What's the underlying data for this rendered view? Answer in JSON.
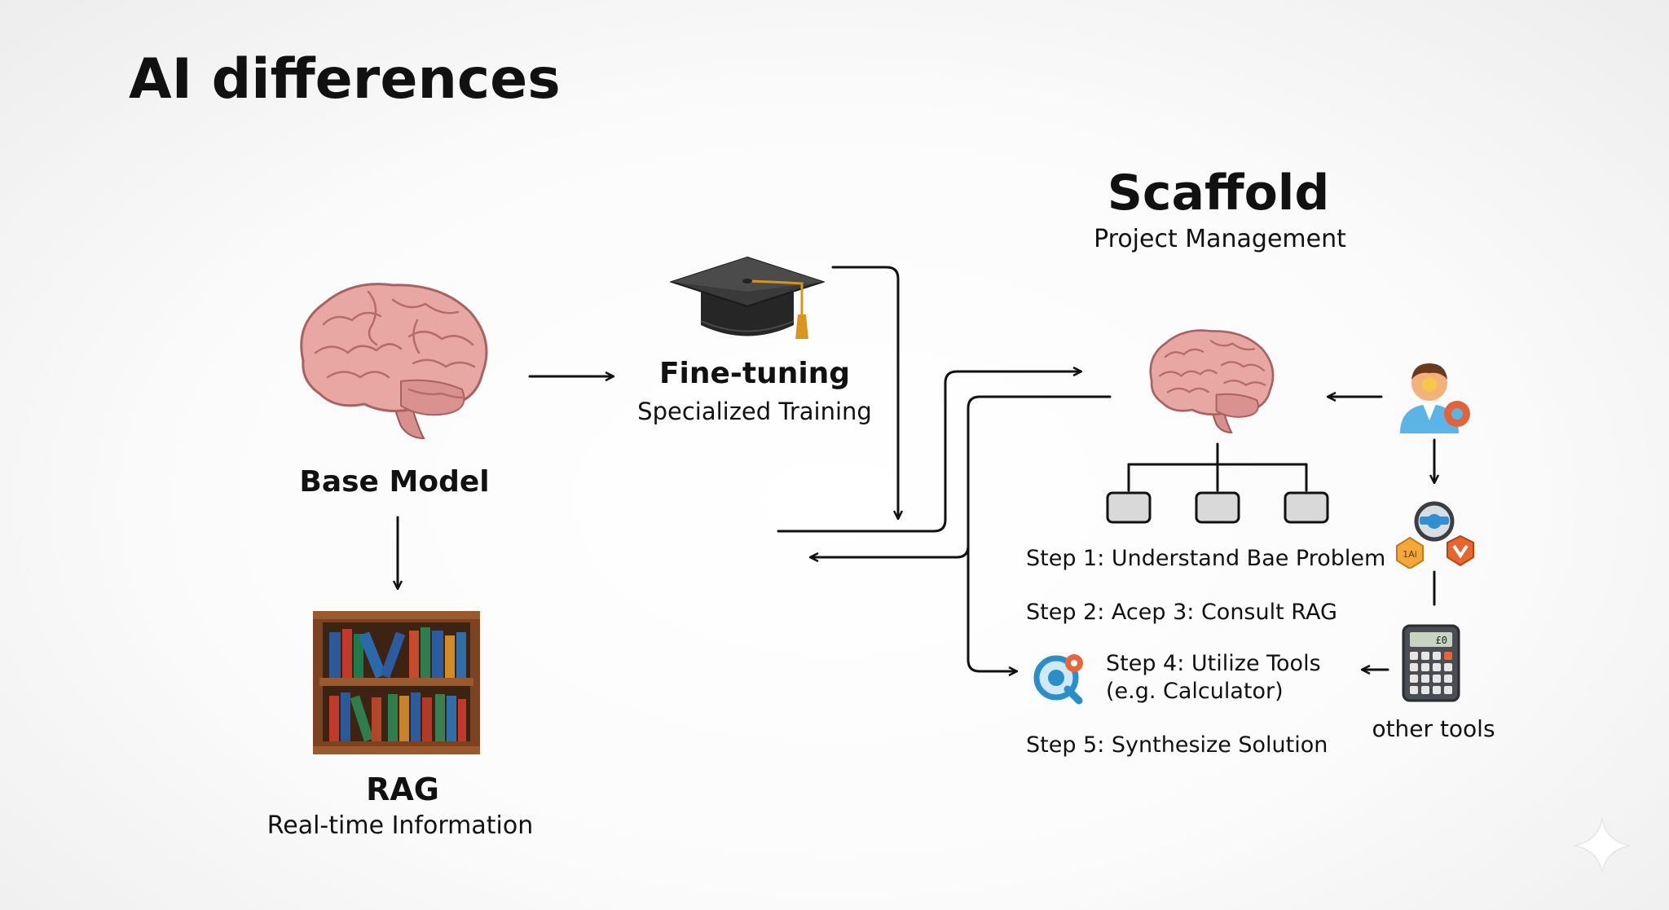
{
  "title": "AI differences",
  "base_model": {
    "label": "Base Model"
  },
  "fine_tuning": {
    "label": "Fine-tuning",
    "sublabel": "Specialized Training"
  },
  "rag": {
    "label": "RAG",
    "sublabel": "Real-time Information"
  },
  "scaffold": {
    "label": "Scaffold",
    "sublabel": "Project Management",
    "steps": [
      "Step 1: Understand Bae Problem",
      "Step 2: Acep 3: Consult RAG",
      "Step 4: Utilize Tools",
      "(e.g. Calculator)",
      "Step 5: Synthesize Solution"
    ]
  },
  "tools": {
    "label": "other tools",
    "calculator_display": "£0"
  },
  "icons": [
    "brain-icon",
    "graduation-cap-icon",
    "bookshelf-icon",
    "user-icon",
    "gears-icon",
    "calculator-icon",
    "magnifier-tool-icon",
    "sparkle-icon"
  ],
  "colors": {
    "brain": "#e7a3a0",
    "brain_dark": "#b86b6a",
    "shelf_wood": "#8a4a24",
    "cap": "#2c2c2c",
    "tassel": "#d9951d"
  }
}
